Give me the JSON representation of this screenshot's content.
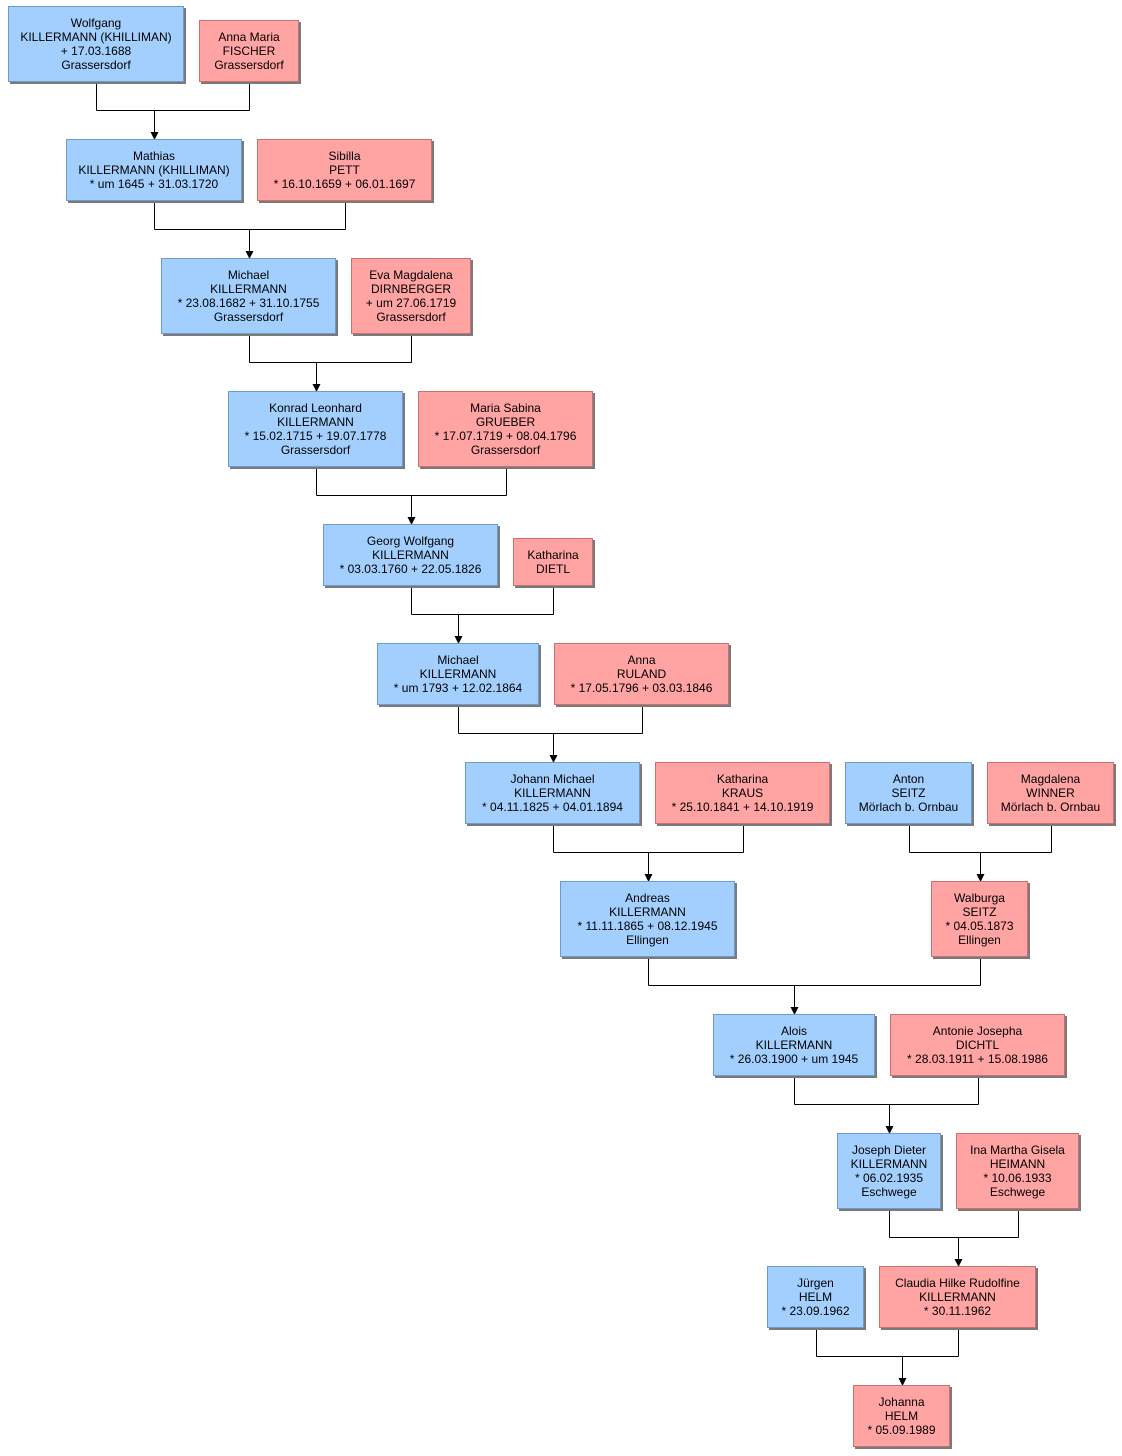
{
  "people": [
    {
      "id": "p1",
      "sex": "m",
      "lines": [
        "Wolfgang",
        "KILLERMANN (KHILLIMAN)",
        "+ 17.03.1688",
        "Grassersdorf"
      ]
    },
    {
      "id": "p2",
      "sex": "f",
      "lines": [
        "Anna Maria",
        "FISCHER",
        "Grassersdorf"
      ]
    },
    {
      "id": "p3",
      "sex": "m",
      "lines": [
        "Mathias",
        "KILLERMANN (KHILLIMAN)",
        "* um 1645  + 31.03.1720"
      ]
    },
    {
      "id": "p4",
      "sex": "f",
      "lines": [
        "Sibilla",
        "PETT",
        "* 16.10.1659  + 06.01.1697"
      ]
    },
    {
      "id": "p5",
      "sex": "m",
      "lines": [
        "Michael",
        "KILLERMANN",
        "* 23.08.1682  + 31.10.1755",
        "Grassersdorf"
      ]
    },
    {
      "id": "p6",
      "sex": "f",
      "lines": [
        "Eva Magdalena",
        "DIRNBERGER",
        "+ um 27.06.1719",
        "Grassersdorf"
      ]
    },
    {
      "id": "p7",
      "sex": "m",
      "lines": [
        "Konrad Leonhard",
        "KILLERMANN",
        "* 15.02.1715  + 19.07.1778",
        "Grassersdorf"
      ]
    },
    {
      "id": "p8",
      "sex": "f",
      "lines": [
        "Maria Sabina",
        "GRUEBER",
        "* 17.07.1719  + 08.04.1796",
        "Grassersdorf"
      ]
    },
    {
      "id": "p9",
      "sex": "m",
      "lines": [
        "Georg Wolfgang",
        "KILLERMANN",
        "* 03.03.1760  + 22.05.1826"
      ]
    },
    {
      "id": "p10",
      "sex": "f",
      "lines": [
        "Katharina",
        "DIETL"
      ]
    },
    {
      "id": "p11",
      "sex": "m",
      "lines": [
        "Michael",
        "KILLERMANN",
        "* um 1793  + 12.02.1864"
      ]
    },
    {
      "id": "p12",
      "sex": "f",
      "lines": [
        "Anna",
        "RULAND",
        "* 17.05.1796  + 03.03.1846"
      ]
    },
    {
      "id": "p13",
      "sex": "m",
      "lines": [
        "Johann Michael",
        "KILLERMANN",
        "* 04.11.1825  + 04.01.1894"
      ]
    },
    {
      "id": "p14",
      "sex": "f",
      "lines": [
        "Katharina",
        "KRAUS",
        "* 25.10.1841  + 14.10.1919"
      ]
    },
    {
      "id": "p15",
      "sex": "m",
      "lines": [
        "Anton",
        "SEITZ",
        "Mörlach b. Ornbau"
      ]
    },
    {
      "id": "p16",
      "sex": "f",
      "lines": [
        "Magdalena",
        "WINNER",
        "Mörlach b. Ornbau"
      ]
    },
    {
      "id": "p17",
      "sex": "m",
      "lines": [
        "Andreas",
        "KILLERMANN",
        "* 11.11.1865  + 08.12.1945",
        "Ellingen"
      ]
    },
    {
      "id": "p18",
      "sex": "f",
      "lines": [
        "Walburga",
        "SEITZ",
        "* 04.05.1873",
        "Ellingen"
      ]
    },
    {
      "id": "p19",
      "sex": "m",
      "lines": [
        "Alois",
        "KILLERMANN",
        "* 26.03.1900  + um 1945"
      ]
    },
    {
      "id": "p20",
      "sex": "f",
      "lines": [
        "Antonie Josepha",
        "DICHTL",
        "* 28.03.1911  + 15.08.1986"
      ]
    },
    {
      "id": "p21",
      "sex": "m",
      "lines": [
        "Joseph Dieter",
        "KILLERMANN",
        "* 06.02.1935",
        "Eschwege"
      ]
    },
    {
      "id": "p22",
      "sex": "f",
      "lines": [
        "Ina Martha Gisela",
        "HEIMANN",
        "* 10.06.1933",
        "Eschwege"
      ]
    },
    {
      "id": "p23",
      "sex": "m",
      "lines": [
        "Jürgen",
        "HELM",
        "* 23.09.1962"
      ]
    },
    {
      "id": "p24",
      "sex": "f",
      "lines": [
        "Claudia Hilke Rudolfine",
        "KILLERMANN",
        "* 30.11.1962"
      ]
    },
    {
      "id": "p25",
      "sex": "f",
      "lines": [
        "Johanna",
        "HELM",
        "* 05.09.1989"
      ]
    }
  ],
  "unions": [
    {
      "father": "p1",
      "mother": "p2",
      "child": "p3"
    },
    {
      "father": "p3",
      "mother": "p4",
      "child": "p5"
    },
    {
      "father": "p5",
      "mother": "p6",
      "child": "p7"
    },
    {
      "father": "p7",
      "mother": "p8",
      "child": "p9"
    },
    {
      "father": "p9",
      "mother": "p10",
      "child": "p11"
    },
    {
      "father": "p11",
      "mother": "p12",
      "child": "p13"
    },
    {
      "father": "p13",
      "mother": "p14",
      "child": "p17"
    },
    {
      "father": "p15",
      "mother": "p16",
      "child": "p18"
    },
    {
      "father": "p17",
      "mother": "p18",
      "child": "p19"
    },
    {
      "father": "p19",
      "mother": "p20",
      "child": "p21"
    },
    {
      "father": "p21",
      "mother": "p22",
      "child": "p24"
    },
    {
      "father": "p23",
      "mother": "p24",
      "child": "p25"
    }
  ],
  "colors": {
    "male": "#a3cfff",
    "female": "#ffa3a3",
    "line": "#000000"
  }
}
